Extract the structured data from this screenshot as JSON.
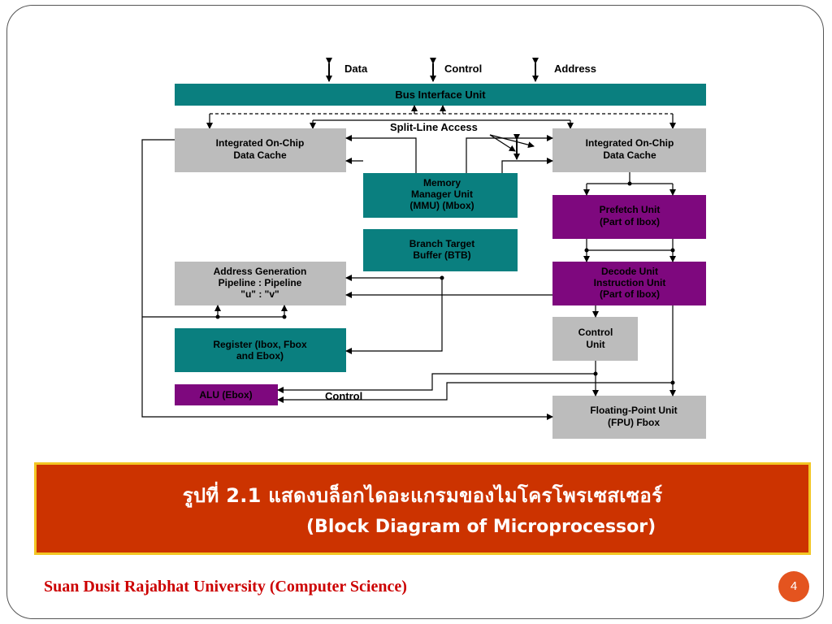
{
  "diagram": {
    "top_labels": {
      "data": "Data",
      "control": "Control",
      "address": "Address"
    },
    "bus_interface_unit": "Bus Interface Unit",
    "split_line_access": "Split-Line Access",
    "data_cache_left": [
      "Integrated On-Chip",
      "Data Cache"
    ],
    "data_cache_right": [
      "Integrated On-Chip",
      "Data Cache"
    ],
    "mmu": [
      "Memory",
      "Manager Unit",
      "(MMU) (Mbox)"
    ],
    "btb": [
      "Branch Target",
      "Buffer (BTB)"
    ],
    "address_generation": [
      "Address Generation",
      "Pipeline  :  Pipeline",
      "\"u\"     :     \"v\""
    ],
    "register": [
      "Register (Ibox, Fbox",
      "and Ebox)"
    ],
    "alu": "ALU (Ebox)",
    "control_label": "Control",
    "prefetch": [
      "Prefetch Unit",
      "(Part of Ibox)"
    ],
    "decode": [
      "Decode Unit",
      "Instruction Unit",
      "(Part of Ibox)"
    ],
    "control_unit": [
      "Control",
      "Unit"
    ],
    "fpu": [
      "Floating-Point Unit",
      "(FPU) Fbox"
    ],
    "colors": {
      "teal": "#0a7f7f",
      "gray": "#bcbcbc",
      "purple": "#7e087e"
    }
  },
  "caption": {
    "line1": "รูปที่ 2.1 แสดงบล็อกไดอะแกรมของไมโครโพรเซสเซอร์",
    "line2": "(Block Diagram of Microprocessor)",
    "background": "#cc3300",
    "border": "#f3c623"
  },
  "footer": {
    "text": "Suan Dusit Rajabhat University (Computer Science)",
    "page": "4"
  }
}
